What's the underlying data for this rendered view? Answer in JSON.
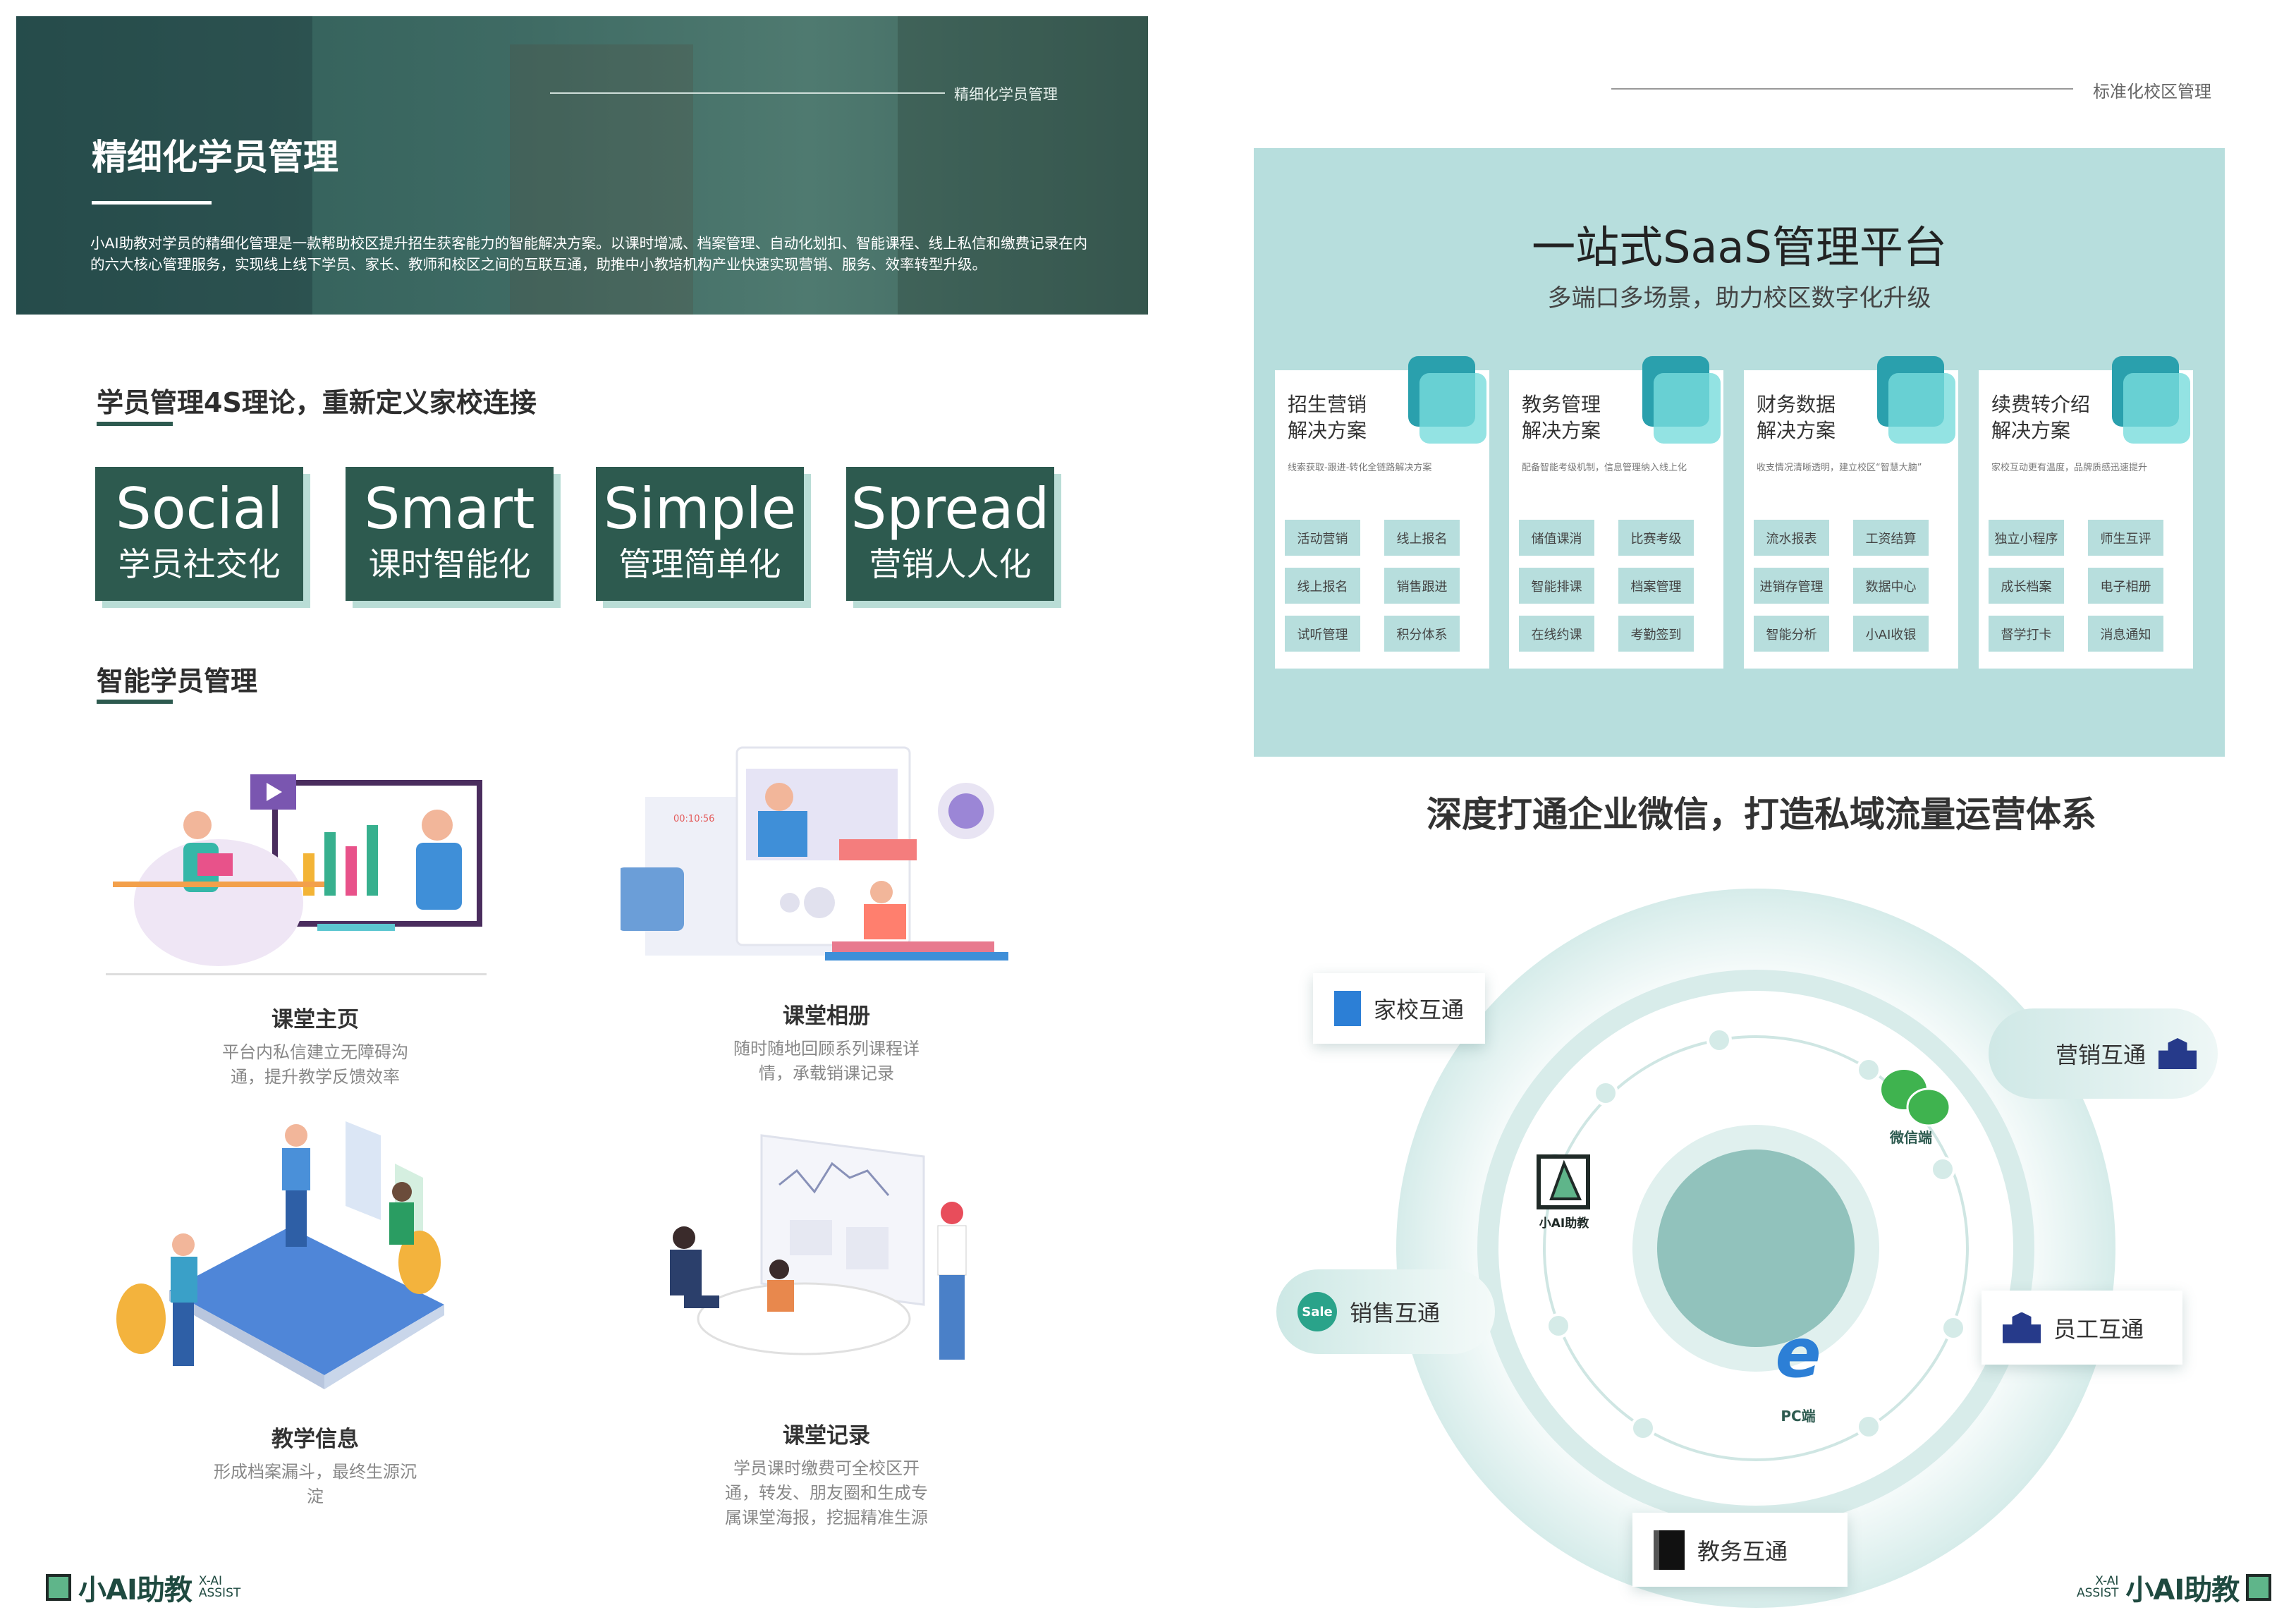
{
  "left": {
    "hero": {
      "tag": "精细化学员管理",
      "title": "精细化学员管理",
      "paragraph": "小AI助教对学员的精细化管理是一款帮助校区提升招生获客能力的智能解决方案。以课时增减、档案管理、自动化划扣、智能课程、线上私信和缴费记录在内的六大核心管理服务，实现线上线下学员、家长、教师和校区之间的互联互通，助推中小教培机构产业快速实现营销、服务、效率转型升级。"
    },
    "section1": "学员管理4S理论，重新定义家校连接",
    "s4": [
      {
        "en": "Social",
        "cn": "学员社交化"
      },
      {
        "en": "Smart",
        "cn": "课时智能化"
      },
      {
        "en": "Simple",
        "cn": "管理简单化"
      },
      {
        "en": "Spread",
        "cn": "营销人人化"
      }
    ],
    "section2": "智能学员管理",
    "features": [
      {
        "title": "课堂主页",
        "desc": "平台内私信建立无障碍沟通，提升教学反馈效率"
      },
      {
        "title": "课堂相册",
        "desc": "随时随地回顾系列课程详情，承载销课记录",
        "timer": "00:10:56"
      },
      {
        "title": "教学信息",
        "desc": "形成档案漏斗，最终生源沉淀"
      },
      {
        "title": "课堂记录",
        "desc": "学员课时缴费可全校区开通，转发、朋友圈和生成专属课堂海报，挖掘精准生源"
      }
    ],
    "logo": {
      "name": "小AI助教",
      "en1": "X-AI",
      "en2": "ASSIST"
    }
  },
  "right": {
    "tag": "标准化校区管理",
    "title": "一站式SaaS管理平台",
    "subtitle": "多端口多场景，助力校区数字化升级",
    "cards": [
      {
        "t1": "招生营销",
        "t2": "解决方案",
        "desc": "线索获取-跟进-转化全链路解决方案",
        "icon": "chat-icon",
        "tags": [
          "活动营销",
          "线上报名",
          "线上报名",
          "销售跟进",
          "试听管理",
          "积分体系"
        ]
      },
      {
        "t1": "教务管理",
        "t2": "解决方案",
        "desc": "配备智能考级机制，信息管理纳入线上化",
        "icon": "database-icon",
        "tags": [
          "储值课消",
          "比赛考级",
          "智能排课",
          "档案管理",
          "在线约课",
          "考勤签到"
        ]
      },
      {
        "t1": "财务数据",
        "t2": "解决方案",
        "desc": "收支情况清晰透明，建立校区“智慧大脑”",
        "icon": "network-icon",
        "tags": [
          "流水报表",
          "工资结算",
          "进销存管理",
          "数据中心",
          "智能分析",
          "小AI收银"
        ]
      },
      {
        "t1": "续费转介绍",
        "t2": "解决方案",
        "desc": "家校互动更有温度，品牌质感迅速提升",
        "icon": "grid-icon",
        "tags": [
          "独立小程序",
          "师生互评",
          "成长档案",
          "电子相册",
          "督学打卡",
          "消息通知"
        ]
      }
    ],
    "heading": "深度打通企业微信，打造私域流量运营体系",
    "diagram": {
      "jiaxiao": "家校互通",
      "yingxiao": "营销互通",
      "xiaoshou": "销售互通",
      "yuangong": "员工互通",
      "jiaowu": "教务互通",
      "center_logo": "小AI助教",
      "wechat": "微信端",
      "pc": "PC端",
      "sale": "Sale"
    },
    "logo": {
      "name": "小AI助教",
      "en1": "X-AI",
      "en2": "ASSIST"
    }
  }
}
